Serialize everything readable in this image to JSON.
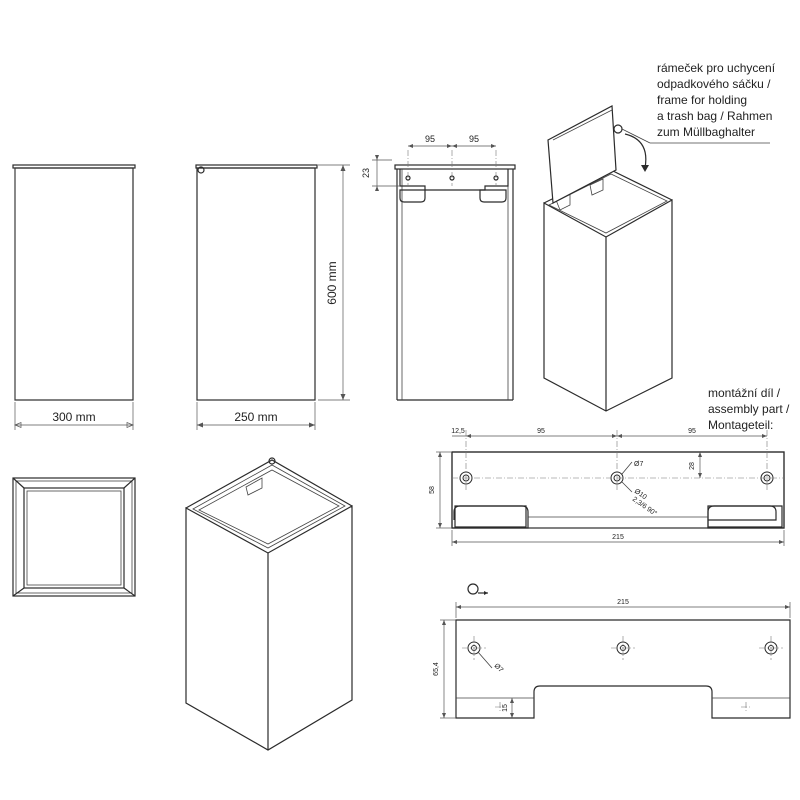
{
  "dimensions": {
    "front_width": "300 mm",
    "side_width": "250 mm",
    "height": "600 mm",
    "frame_spacing_left": "95",
    "frame_spacing_right": "95",
    "frame_height": "23"
  },
  "annotations": {
    "frame_note": [
      "rámeček pro uchycení",
      "odpadkového sáčku /",
      "frame for holding",
      "a trash bag / Rahmen",
      "zum Müllbaghalter"
    ],
    "assembly_note": [
      "montážní díl /",
      "assembly part /",
      "Montageteil:"
    ]
  },
  "assembly_part_top": {
    "edge_offset": "12,5",
    "hole_spacing_left": "95",
    "hole_spacing_right": "95",
    "height": "58",
    "hole_offset": "28",
    "hole_dia": "Ø7",
    "countersink_dia": "Ø10",
    "countersink_spec": "2,3/6 90°",
    "length": "215"
  },
  "assembly_part_bottom": {
    "length": "215",
    "height": "65,4",
    "tab_height": "15",
    "hole_dia": "Ø7",
    "rotation_symbol": "rotate-arrow-icon"
  }
}
